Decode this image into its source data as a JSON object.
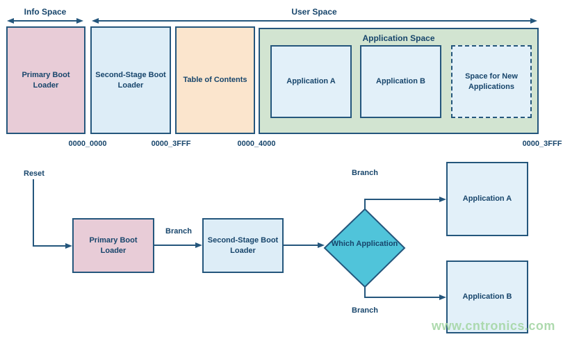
{
  "colors": {
    "navy_border": "#24567c",
    "navy_text": "#17456b",
    "pink_fill": "#e8ccd7",
    "blue_fill": "#ddedf7",
    "light_blue_fill": "#e2f0f9",
    "orange_fill": "#fbe5cd",
    "green_fill": "#d2e4d1",
    "teal_fill": "#50c4da",
    "watermark_green": "#a6d7a6"
  },
  "memory_map": {
    "info_space_label": "Info Space",
    "user_space_label": "User Space",
    "application_space_label": "Application Space",
    "primary_boot_loader": "Primary Boot Loader",
    "second_stage_boot_loader": "Second-Stage Boot Loader",
    "table_of_contents": "Table of Contents",
    "application_a": "Application A",
    "application_b": "Application B",
    "space_for_new_applications": "Space for New Applications",
    "addresses": [
      "0000_0000",
      "0000_3FFF",
      "0000_4000",
      "0000_3FFF"
    ]
  },
  "flowchart": {
    "reset_label": "Reset",
    "branch_label": "Branch",
    "primary_boot_loader": "Primary Boot Loader",
    "second_stage_boot_loader": "Second-Stage Boot Loader",
    "decision": "Which Application",
    "application_a": "Application A",
    "application_b": "Application B"
  },
  "watermark": "www.cntronics.com"
}
